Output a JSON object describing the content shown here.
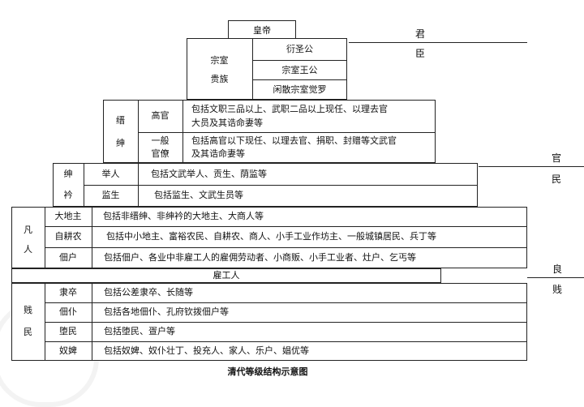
{
  "diagram": {
    "caption": "清代等级结构示意图",
    "emperor": "皇帝",
    "side_labels": {
      "jun": "君",
      "chen": "臣",
      "guan": "官",
      "min": "民",
      "liang": "良",
      "jian": "贱"
    },
    "zongshi": {
      "group": [
        "宗室",
        "贵族"
      ],
      "items": [
        "衍圣公",
        "宗室王公",
        "闲散宗室觉罗"
      ]
    },
    "jinshen": {
      "group": [
        "缙",
        "绅"
      ],
      "rows": [
        {
          "label": "高官",
          "desc_1": "包括文职三品以上、武职二品以上现任、以理去官",
          "desc_2": "大员及其诰命妻等"
        },
        {
          "label_1": "一般",
          "label_2": "官僚",
          "desc_1": "包括高官以下现任、以理去官、捐职、封赠等文武官",
          "desc_2": "及其诰命妻等"
        }
      ]
    },
    "shenjin": {
      "group": [
        "绅",
        "衿"
      ],
      "rows": [
        {
          "label": "举人",
          "desc": "包括文武举人、贡生、荫监等"
        },
        {
          "label": "监生",
          "desc": "包括监生、文武生员等"
        }
      ]
    },
    "fanren": {
      "group": [
        "凡",
        "人"
      ],
      "rows": [
        {
          "label": "大地主",
          "desc": "包括非缙绅、非绅衿的大地主、大商人等"
        },
        {
          "label": "自耕农",
          "desc": "包括中小地主、富裕农民、自耕农、商人、小手工业作坊主、一般城镇居民、兵丁等"
        },
        {
          "label": "佃户",
          "desc": "包括佃户、各业中非雇工人的雇佣劳动者、小商贩、小手工业者、灶户、乞丐等"
        }
      ]
    },
    "gugong": "雇工人",
    "jianmin": {
      "group": [
        "贱",
        "民"
      ],
      "rows": [
        {
          "label": "隶卒",
          "desc": "包括公差隶卒、长随等"
        },
        {
          "label": "佃仆",
          "desc": "包括各地佃仆、孔府钦拨佃户等"
        },
        {
          "label": "堕民",
          "desc": "包括堕民、疍户等"
        },
        {
          "label": "奴婢",
          "desc": "包括奴婢、奴仆壮丁、投充人、家人、乐户、娼优等"
        }
      ]
    }
  }
}
